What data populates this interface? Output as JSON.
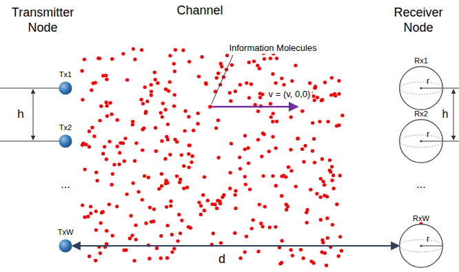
{
  "diagram": {
    "nodes": [
      {
        "text": [
          "Tx1"
        ]
      },
      {
        "text": [
          "Tx2"
        ]
      },
      {
        "text": [
          "TxW"
        ]
      },
      {
        "text": [
          "Rx1",
          "r"
        ]
      },
      {
        "text": [
          "Rx2",
          "r"
        ]
      },
      {
        "text": [
          "RxW",
          "r"
        ]
      }
    ],
    "edges": [
      {
        "from": 2,
        "to": 5,
        "arrow": "both",
        "label": "d"
      }
    ],
    "labels": [
      "Transmitter Node",
      "Channel",
      "Receiver Node",
      "h",
      "...",
      "Information Molecules",
      "v = (v, 0,0)",
      "h",
      "..."
    ]
  }
}
